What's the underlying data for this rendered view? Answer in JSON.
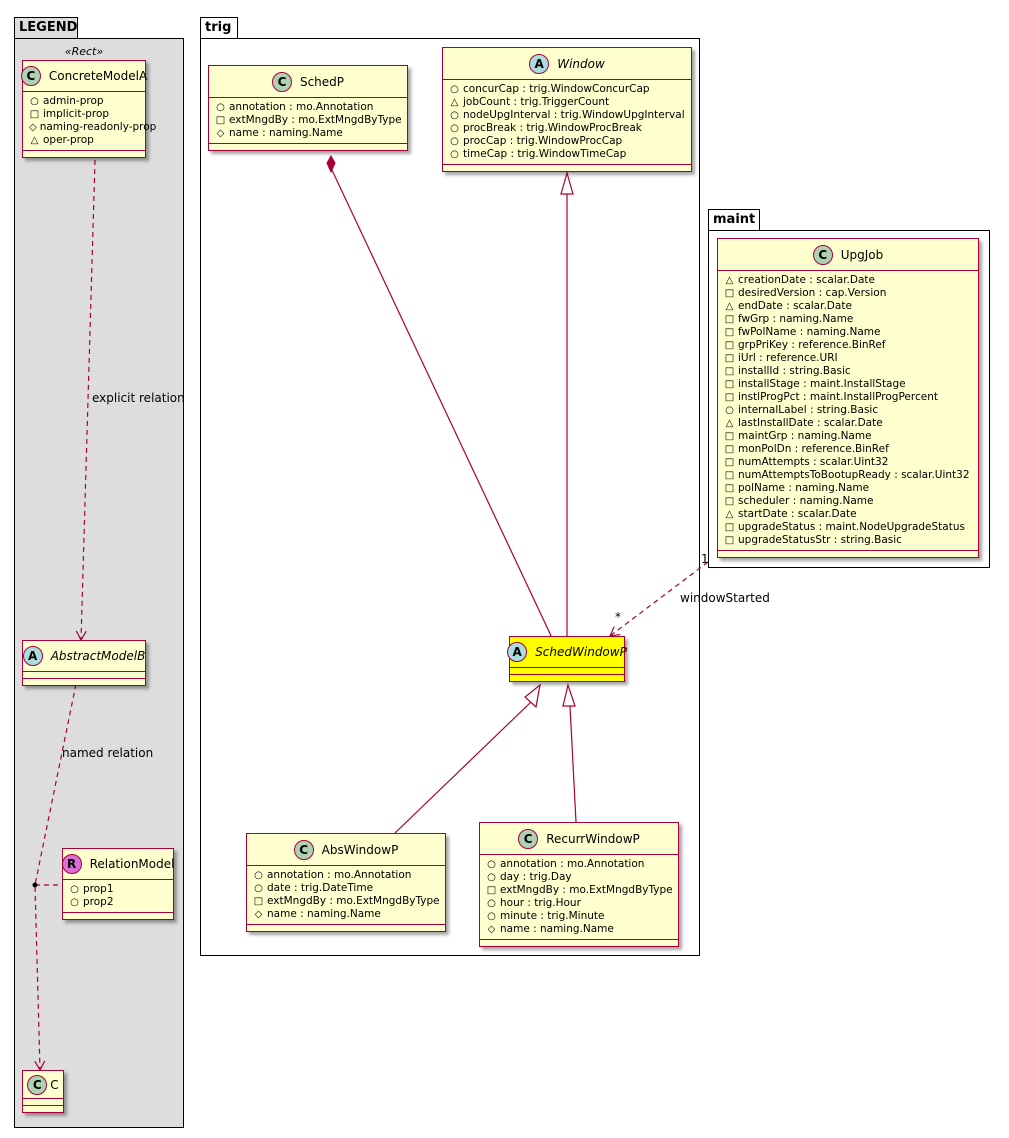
{
  "packages": {
    "legend": "LEGEND",
    "trig": "trig",
    "maint": "maint"
  },
  "colors": {
    "class_fill": "#fefece",
    "class_border": "#a80036",
    "highlight_fill": "#ffff00",
    "legend_fill": "#dddddd",
    "circle_c": "#add1b2",
    "circle_a": "#a9dcdf",
    "circle_r": "#da70d6"
  },
  "legend": {
    "stereotype": "«Rect»",
    "concrete": {
      "circle": "C",
      "name": "ConcreteModelA",
      "attrs": [
        {
          "vis": "○",
          "text": "admin-prop"
        },
        {
          "vis": "□",
          "text": "implicit-prop"
        },
        {
          "vis": "◇",
          "text": "naming-readonly-prop"
        },
        {
          "vis": "△",
          "text": "oper-prop"
        }
      ]
    },
    "abstract": {
      "circle": "A",
      "name": "AbstractModelB"
    },
    "relation": {
      "circle": "R",
      "name": "RelationModel",
      "attrs": [
        {
          "vis": "○",
          "text": "prop1"
        },
        {
          "vis": "○",
          "text": "prop2"
        }
      ]
    },
    "c": {
      "circle": "C",
      "name": "C"
    },
    "explicit_label": "explicit relation",
    "named_label": "named relation"
  },
  "trig": {
    "schedp": {
      "circle": "C",
      "name": "SchedP",
      "attrs": [
        {
          "vis": "○",
          "text": "annotation : mo.Annotation"
        },
        {
          "vis": "□",
          "text": "extMngdBy : mo.ExtMngdByType"
        },
        {
          "vis": "◇",
          "text": "name : naming.Name"
        }
      ]
    },
    "window": {
      "circle": "A",
      "name": "Window",
      "attrs": [
        {
          "vis": "○",
          "text": "concurCap : trig.WindowConcurCap"
        },
        {
          "vis": "△",
          "text": "jobCount : trig.TriggerCount"
        },
        {
          "vis": "○",
          "text": "nodeUpgInterval : trig.WindowUpgInterval"
        },
        {
          "vis": "○",
          "text": "procBreak : trig.WindowProcBreak"
        },
        {
          "vis": "○",
          "text": "procCap : trig.WindowProcCap"
        },
        {
          "vis": "○",
          "text": "timeCap : trig.WindowTimeCap"
        }
      ]
    },
    "schedwindowp": {
      "circle": "A",
      "name": "SchedWindowP"
    },
    "abswindowp": {
      "circle": "C",
      "name": "AbsWindowP",
      "attrs": [
        {
          "vis": "○",
          "text": "annotation : mo.Annotation"
        },
        {
          "vis": "○",
          "text": "date : trig.DateTime"
        },
        {
          "vis": "□",
          "text": "extMngdBy : mo.ExtMngdByType"
        },
        {
          "vis": "◇",
          "text": "name : naming.Name"
        }
      ]
    },
    "recurrwindowp": {
      "circle": "C",
      "name": "RecurrWindowP",
      "attrs": [
        {
          "vis": "○",
          "text": "annotation : mo.Annotation"
        },
        {
          "vis": "○",
          "text": "day : trig.Day"
        },
        {
          "vis": "□",
          "text": "extMngdBy : mo.ExtMngdByType"
        },
        {
          "vis": "○",
          "text": "hour : trig.Hour"
        },
        {
          "vis": "○",
          "text": "minute : trig.Minute"
        },
        {
          "vis": "◇",
          "text": "name : naming.Name"
        }
      ]
    }
  },
  "maint": {
    "upgjob": {
      "circle": "C",
      "name": "UpgJob",
      "attrs": [
        {
          "vis": "△",
          "text": "creationDate : scalar.Date"
        },
        {
          "vis": "□",
          "text": "desiredVersion : cap.Version"
        },
        {
          "vis": "△",
          "text": "endDate : scalar.Date"
        },
        {
          "vis": "□",
          "text": "fwGrp : naming.Name"
        },
        {
          "vis": "□",
          "text": "fwPolName : naming.Name"
        },
        {
          "vis": "□",
          "text": "grpPriKey : reference.BinRef"
        },
        {
          "vis": "□",
          "text": "iUrl : reference.URI"
        },
        {
          "vis": "□",
          "text": "installId : string.Basic"
        },
        {
          "vis": "□",
          "text": "installStage : maint.InstallStage"
        },
        {
          "vis": "□",
          "text": "instlProgPct : maint.InstallProgPercent"
        },
        {
          "vis": "○",
          "text": "internalLabel : string.Basic"
        },
        {
          "vis": "△",
          "text": "lastInstallDate : scalar.Date"
        },
        {
          "vis": "□",
          "text": "maintGrp : naming.Name"
        },
        {
          "vis": "□",
          "text": "monPolDn : reference.BinRef"
        },
        {
          "vis": "□",
          "text": "numAttempts : scalar.Uint32"
        },
        {
          "vis": "□",
          "text": "numAttemptsToBootupReady : scalar.Uint32"
        },
        {
          "vis": "□",
          "text": "polName : naming.Name"
        },
        {
          "vis": "□",
          "text": "scheduler : naming.Name"
        },
        {
          "vis": "△",
          "text": "startDate : scalar.Date"
        },
        {
          "vis": "□",
          "text": "upgradeStatus : maint.NodeUpgradeStatus"
        },
        {
          "vis": "□",
          "text": "upgradeStatusStr : string.Basic"
        }
      ]
    }
  },
  "relations": {
    "window_started": "windowStarted",
    "mult_one": "1",
    "mult_many": "*"
  }
}
